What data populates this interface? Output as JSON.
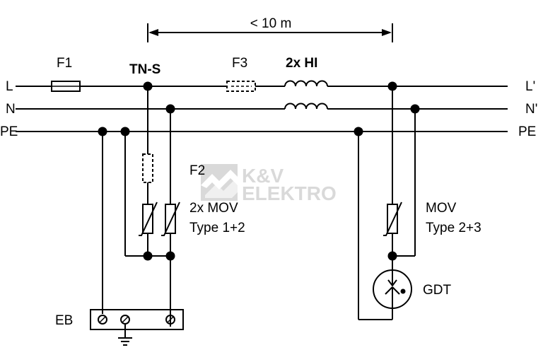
{
  "lines": {
    "l": "L",
    "n": "N",
    "pe": "PE",
    "l_out": "L'",
    "n_out": "N'",
    "pe_out": "PE"
  },
  "labels": {
    "distance": "< 10 m",
    "f1": "F1",
    "tns": "TN-S",
    "f3": "F3",
    "hi": "2x HI",
    "f2": "F2",
    "mov_left_1": "2x MOV",
    "mov_left_2": "Type 1+2",
    "mov_right_1": "MOV",
    "mov_right_2": "Type 2+3",
    "gdt": "GDT",
    "eb": "EB"
  },
  "watermark": {
    "line1": "K&V",
    "line2": "ELEKTRO"
  }
}
